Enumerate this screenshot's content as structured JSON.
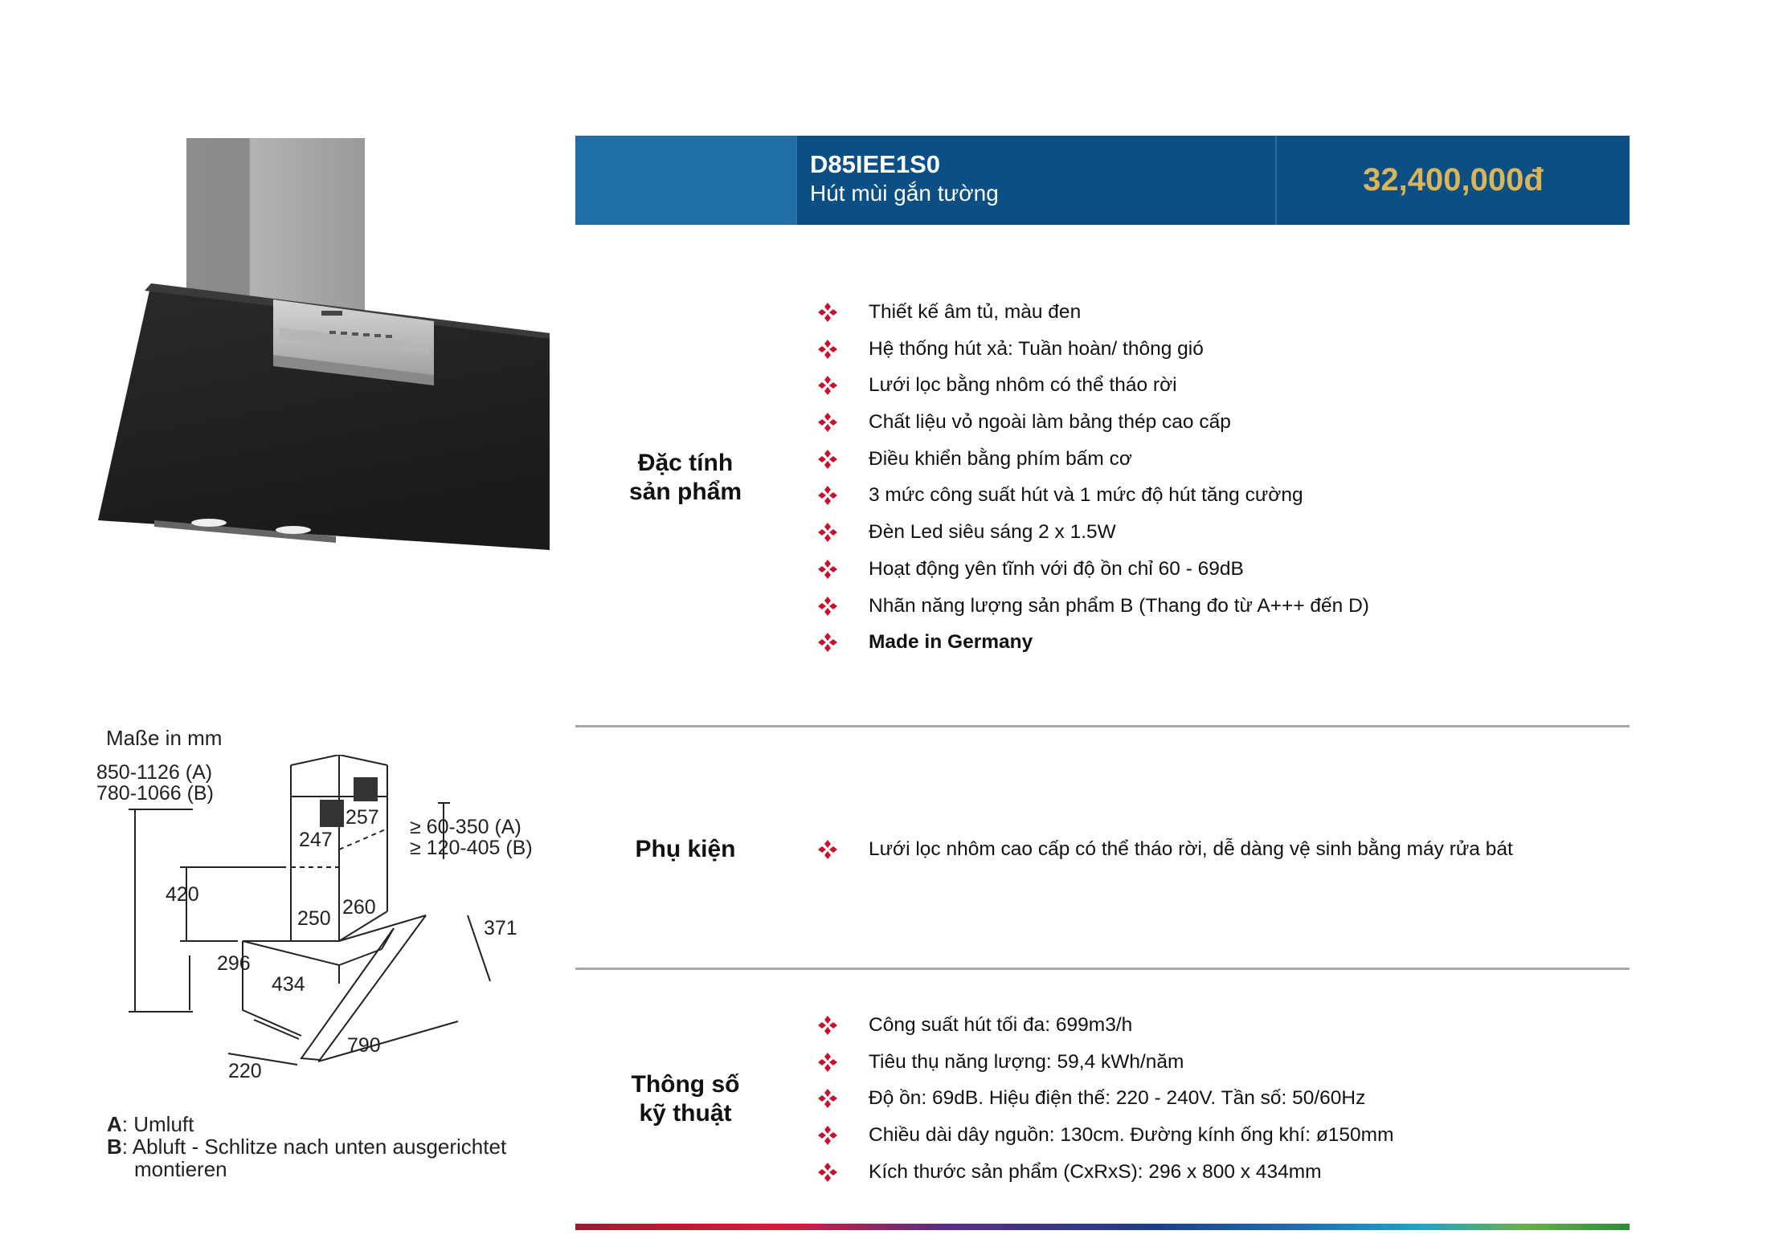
{
  "header": {
    "model": "D85IEE1S0",
    "product_type": "Hút mùi gắn tường",
    "price": "32,400,000đ"
  },
  "sections": {
    "features": {
      "label_line1": "Đặc tính",
      "label_line2": "sản phẩm",
      "items": [
        "Thiết kế âm tủ, màu đen",
        "Hệ thống hút xả: Tuần hoàn/ thông gió",
        "Lưới lọc bằng nhôm có thể tháo rời",
        "Chất liệu vỏ ngoài làm bảng thép cao cấp",
        "Điều khiển bằng phím bấm cơ",
        "3 mức công suất hút và 1 mức độ hút tăng cường",
        "Đèn Led siêu sáng 2 x 1.5W",
        "Hoạt động yên tĩnh với độ ồn chỉ 60 - 69dB",
        "Nhãn năng lượng sản phẩm B (Thang đo từ A+++ đến D)",
        "Made in Germany"
      ]
    },
    "accessories": {
      "label": "Phụ kiện",
      "items": [
        "Lưới lọc nhôm cao cấp có thể tháo rời, dễ dàng vệ sinh bằng máy rửa bát"
      ]
    },
    "specs": {
      "label_line1": "Thông số",
      "label_line2": "kỹ thuật",
      "items": [
        "Công suất hút tối đa: 699m3/h",
        "Tiêu thụ năng lượng: 59,4 kWh/năm",
        "Độ ồn: 69dB. Hiệu điện thế: 220 - 240V. Tần số: 50/60Hz",
        "Chiều dài dây nguồn: 130cm. Đường kính ống khí: ø150mm",
        "Kích thước sản phẩm (CxRxS): 296 x 800 x 434mm"
      ]
    }
  },
  "drawing": {
    "title": "Maße in mm",
    "height_a": "850-1126 (A)",
    "height_b": "780-1066 (B)",
    "chimney_depth": "247",
    "chimney_width": "257",
    "upper_a": "≥ 60-350 (A)",
    "upper_b": "≥ 120-405 (B)",
    "d420": "420",
    "d250": "250",
    "d260": "260",
    "d371": "371",
    "d296": "296",
    "d434": "434",
    "d790": "790",
    "d220": "220",
    "legend": {
      "a_key": "A",
      "a_text": ": Umluft",
      "b_key": "B",
      "b_text": ": Abluft - Schlitze nach unten ausgerichtet",
      "b_text2": "montieren"
    }
  },
  "colors": {
    "header_left": "#1f6ea6",
    "header_dark": "#0b4f85",
    "price": "#d9b45a",
    "bullet": "#c8102e",
    "divider": "#a8a8a8"
  },
  "icons": {
    "bullet": "four-diamond-bullet-icon"
  }
}
